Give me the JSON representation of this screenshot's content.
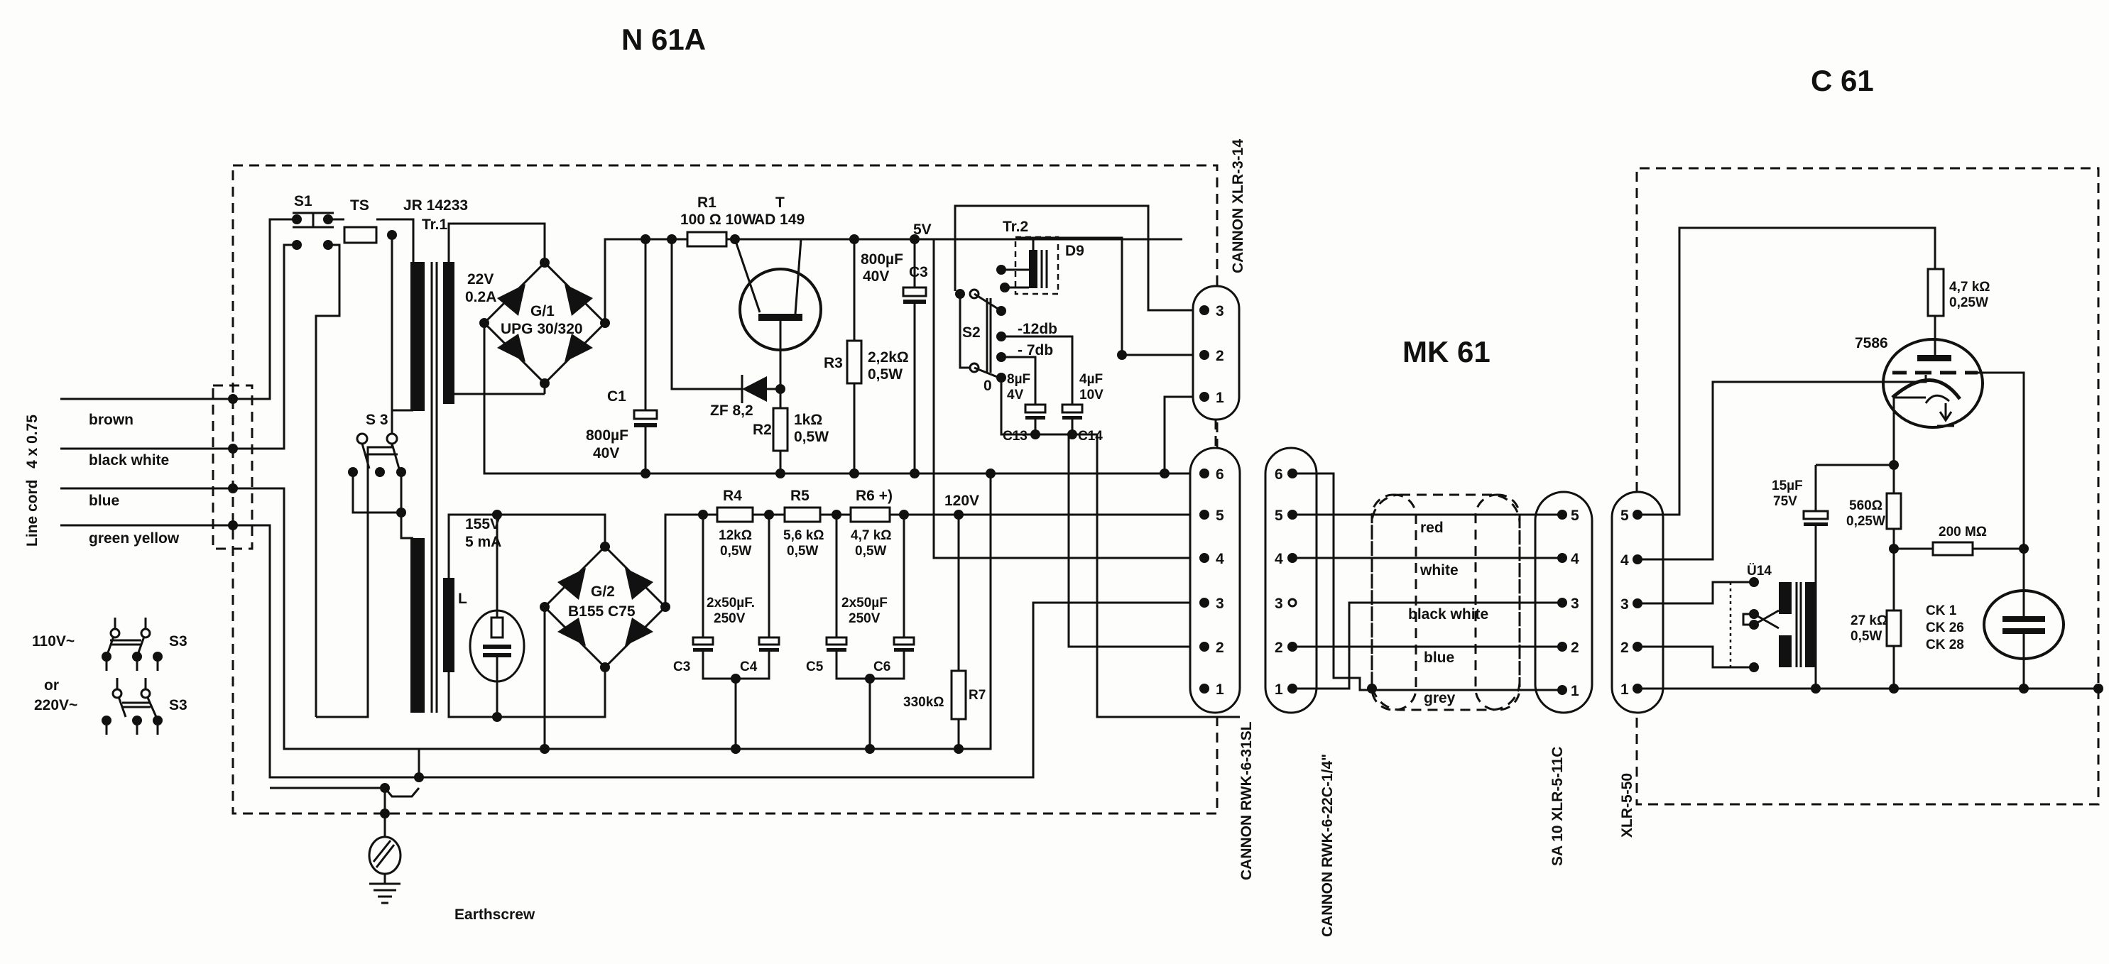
{
  "titles": {
    "n61a": "N 61A",
    "mk61": "MK 61",
    "c61": "C 61"
  },
  "line_cord": {
    "label": "Line cord",
    "spec": "4 x 0.75",
    "wires": [
      "brown",
      "black white",
      "blue",
      "green yellow"
    ]
  },
  "voltage_selector": {
    "v110": "110V~",
    "or": "or",
    "v220": "220V~",
    "switch": "S3"
  },
  "n61a": {
    "s1": "S1",
    "ts": "TS",
    "tr1_type": "JR 14233",
    "tr1": "Tr.1",
    "s3": "S 3",
    "sec1_v": "22V",
    "sec1_a": "0.2A",
    "g1": "G/1",
    "g1_type": "UPG 30/320",
    "c1": "C1",
    "c1_val": "800µF",
    "c1_v": "40V",
    "r1": "R1",
    "r1_val": "100 Ω 10W",
    "t": "T",
    "t_type": "AD 149",
    "zener": "ZF 8,2",
    "r2": "R2",
    "r2_val": "1kΩ",
    "r2_w": "0,5W",
    "r3": "R3",
    "r3_val": "2,2kΩ",
    "r3_w": "0,5W",
    "c3_top": "C3",
    "c3_top_val": "800µF",
    "c3_top_v": "40V",
    "v5": "5V",
    "tr2": "Tr.2",
    "d9": "D9",
    "s2": "S2",
    "s2_12db": "-12db",
    "s2_7db": "- 7db",
    "s2_0": "0",
    "c13": "C13",
    "c13_val": "8µF",
    "c13_v": "4V",
    "c14": "C14",
    "c14_val": "4µF",
    "c14_v": "10V",
    "sec2_v": "155V",
    "sec2_a": "5 mA",
    "lamp": "L",
    "g2": "G/2",
    "g2_type": "B155 C75",
    "r4": "R4",
    "r4_val": "12kΩ",
    "r4_w": "0,5W",
    "r5": "R5",
    "r5_val": "5,6 kΩ",
    "r5_w": "0,5W",
    "r6": "R6 +)",
    "r6_val": "4,7 kΩ",
    "r6_w": "0,5W",
    "v120": "120V",
    "caps1_val": "2x50µF.",
    "caps1_v": "250V",
    "caps2_val": "2x50µF",
    "caps2_v": "250V",
    "c3": "C3",
    "c4": "C4",
    "c5": "C5",
    "c6": "C6",
    "r7": "R7",
    "r7_val": "330kΩ",
    "earth": "Earthscrew"
  },
  "connectors": {
    "xlr3": {
      "label": "CANNON  XLR-3-14",
      "pins": [
        "3",
        "2",
        "1"
      ]
    },
    "rwk31": {
      "label": "CANNON  RWK-6-31SL",
      "pins": [
        "6",
        "5",
        "4",
        "3",
        "2",
        "1"
      ]
    },
    "rwk22": {
      "label": "CANNON  RWK-6-22C-1/4\"",
      "pins": [
        "6",
        "5",
        "4",
        "3",
        "2",
        "1"
      ]
    },
    "xlr5_11": {
      "label": "SA 10   XLR-5-11C",
      "pins": [
        "5",
        "4",
        "3",
        "2",
        "1"
      ]
    },
    "xlr5_50": {
      "label": "XLR-5-50",
      "pins": [
        "5",
        "4",
        "3",
        "2",
        "1"
      ]
    }
  },
  "cable": {
    "wires": [
      "red",
      "white",
      "black white",
      "blue",
      "grey"
    ]
  },
  "c61": {
    "ra_val": "4,7 kΩ",
    "ra_w": "0,25W",
    "tube": "7586",
    "cap_val": "15µF",
    "cap_v": "75V",
    "rk_val": "560Ω",
    "rk_w": "0,25W",
    "rg_val": "200 MΩ",
    "rb_val": "27 kΩ",
    "rb_w": "0,5W",
    "transformer": "Ü14",
    "capsule": [
      "CK 1",
      "CK 26",
      "CK 28"
    ]
  }
}
